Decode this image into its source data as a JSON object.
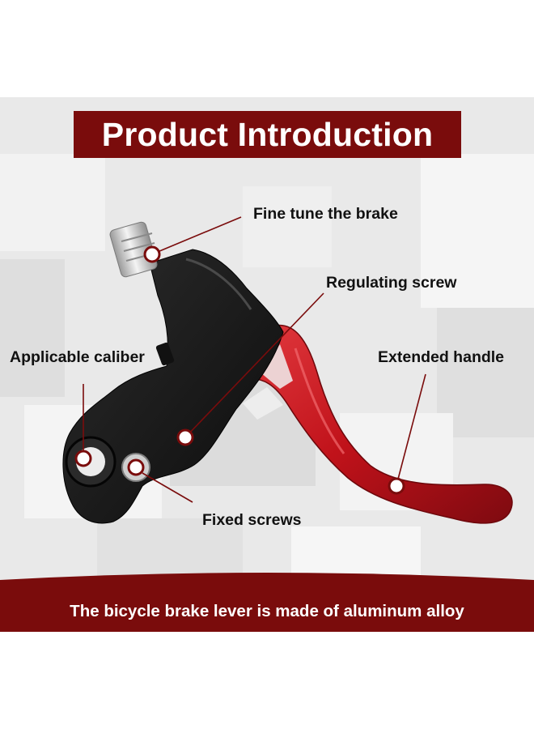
{
  "title": "Product Introduction",
  "callouts": {
    "fine_tune": "Fine tune the brake",
    "regulating_screw": "Regulating screw",
    "applicable_caliber": "Applicable caliber",
    "extended_handle": "Extended handle",
    "fixed_screws": "Fixed screws"
  },
  "footer": "The bicycle brake lever is made of aluminum alloy",
  "colors": {
    "brand_dark_red": "#7a0c0c",
    "lever_red": "#c0121a",
    "body_black": "#161616",
    "background_gray": "#e9e9e9"
  }
}
